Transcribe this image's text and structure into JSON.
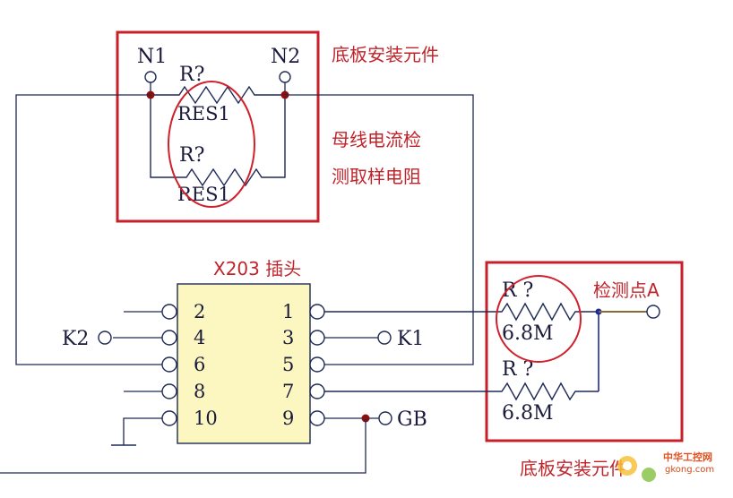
{
  "top_board": {
    "terminal_left": "N1",
    "terminal_right": "N2",
    "resistor_top": {
      "designator": "R?",
      "value": "RES1"
    },
    "resistor_bottom": {
      "designator": "R?",
      "value": "RES1"
    },
    "caption": "底板安装元件",
    "note_line1": "母线电流检",
    "note_line2": "测取样电阻"
  },
  "connector": {
    "title": "X203 插头",
    "left_pins": [
      "2",
      "4",
      "6",
      "8",
      "10"
    ],
    "right_pins": [
      "1",
      "3",
      "5",
      "7",
      "9"
    ],
    "fill_color": "#fcf6c0"
  },
  "external_labels": {
    "k1": "K1",
    "k2": "K2",
    "gb": "GB"
  },
  "right_board": {
    "resistor_top": {
      "designator": "R ?",
      "value": "6.8M"
    },
    "resistor_bottom": {
      "designator": "R ?",
      "value": "6.8M"
    },
    "test_point": "检测点A",
    "caption": "底板安装元件"
  },
  "watermark": {
    "name": "中华工控网",
    "site": "gkong.com"
  },
  "colors": {
    "annotation_red": "#c8202a",
    "wire": "#1f2a55",
    "connector_fill": "#fcf6c0"
  }
}
